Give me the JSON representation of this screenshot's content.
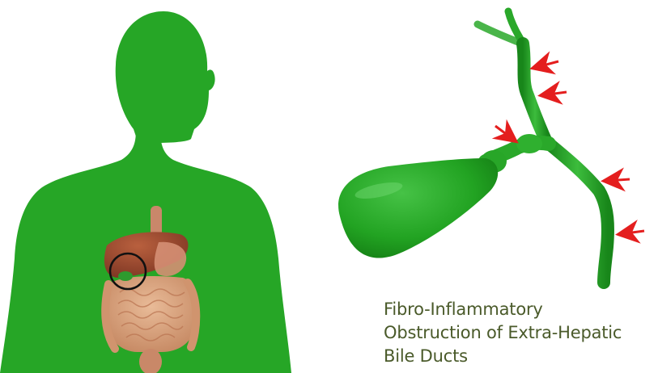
{
  "caption": {
    "lines": [
      "Fibro-Inflammatory",
      "Obstruction of Extra-Hepatic",
      "Bile Ducts"
    ]
  },
  "colors": {
    "body_green": "#26a626",
    "duct_green": "#2aa82a",
    "arrow_red": "#e41e1e",
    "liver_brown": "#9b4a2e",
    "intestine_tan": "#d9a27d",
    "caption_text": "#4a5a2a"
  },
  "illustration": {
    "left": "human-torso-silhouette-with-digestive-organs",
    "right": "gallbladder-and-bile-ducts",
    "arrow_count": 5
  }
}
